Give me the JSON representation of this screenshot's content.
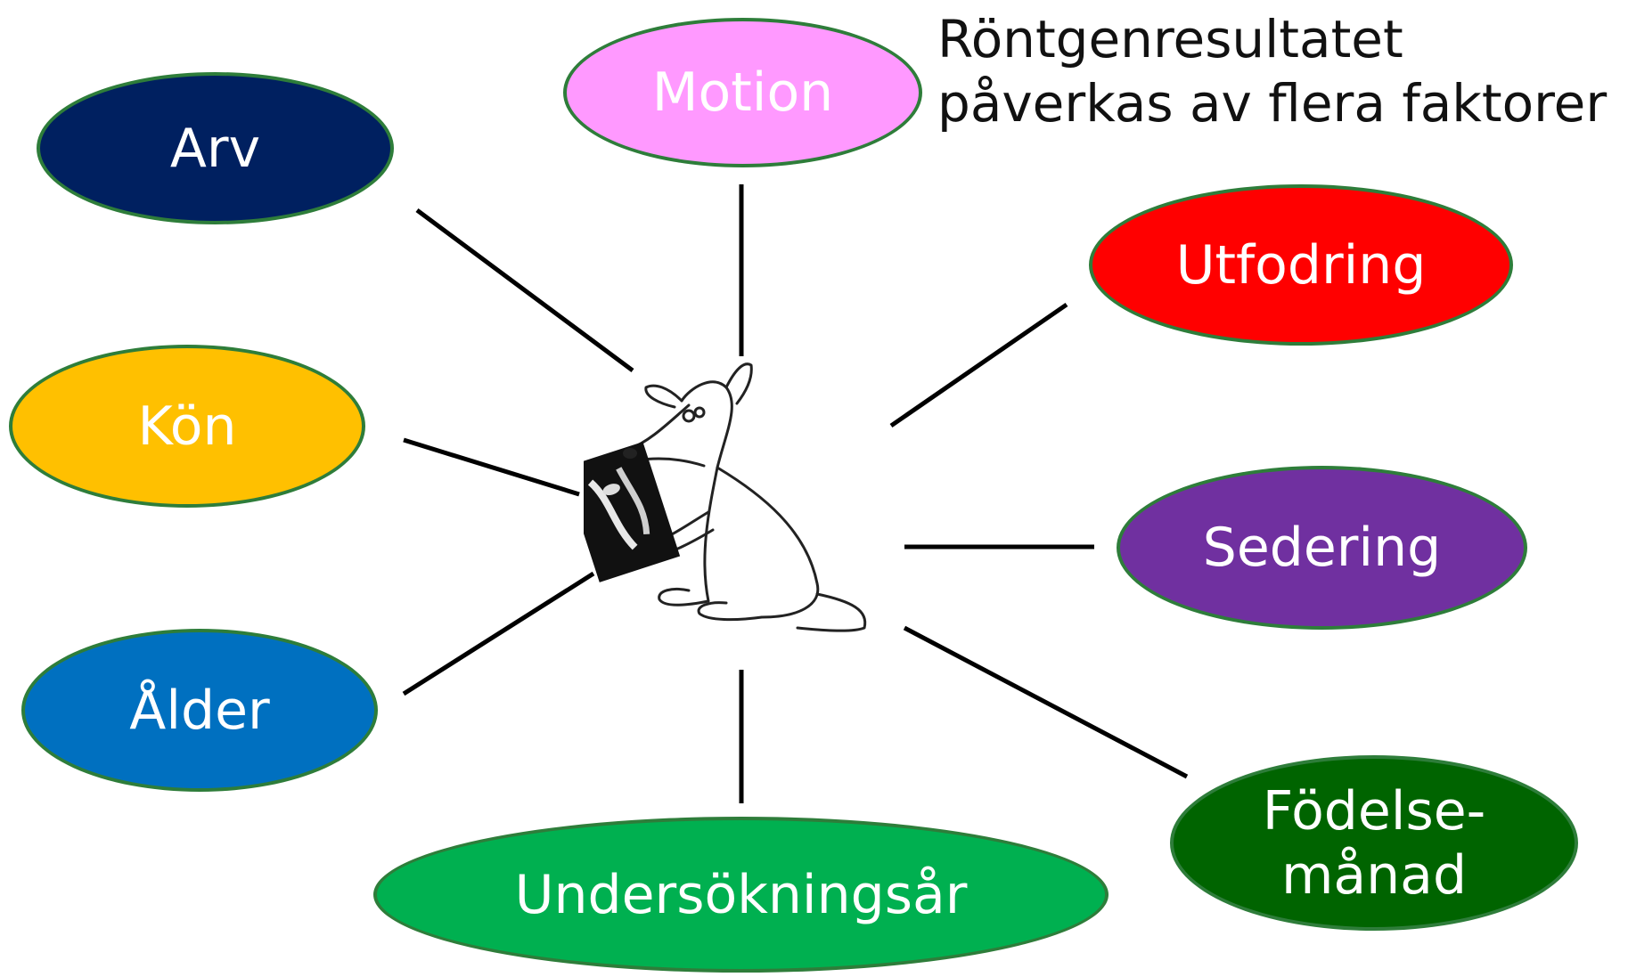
{
  "title": {
    "line1": "Röntgenresultatet",
    "line2": "påverkas av flera faktorer"
  },
  "center": {
    "icon": "dog-reading-xray-illustration"
  },
  "factors": [
    {
      "key": "arv",
      "label": "Arv",
      "color": "#002060"
    },
    {
      "key": "motion",
      "label": "Motion",
      "color": "#ff99ff"
    },
    {
      "key": "utfodring",
      "label": "Utfodring",
      "color": "#ff0000"
    },
    {
      "key": "kon",
      "label": "Kön",
      "color": "#ffc000"
    },
    {
      "key": "sedering",
      "label": "Sedering",
      "color": "#7030a0"
    },
    {
      "key": "alder",
      "label": "Ålder",
      "color": "#0070c0"
    },
    {
      "key": "fodelsemanad",
      "label_line1": "Födelse-",
      "label_line2": "månad",
      "color": "#006400"
    },
    {
      "key": "undersokningsar",
      "label": "Undersökningsår",
      "color": "#00b050"
    }
  ]
}
